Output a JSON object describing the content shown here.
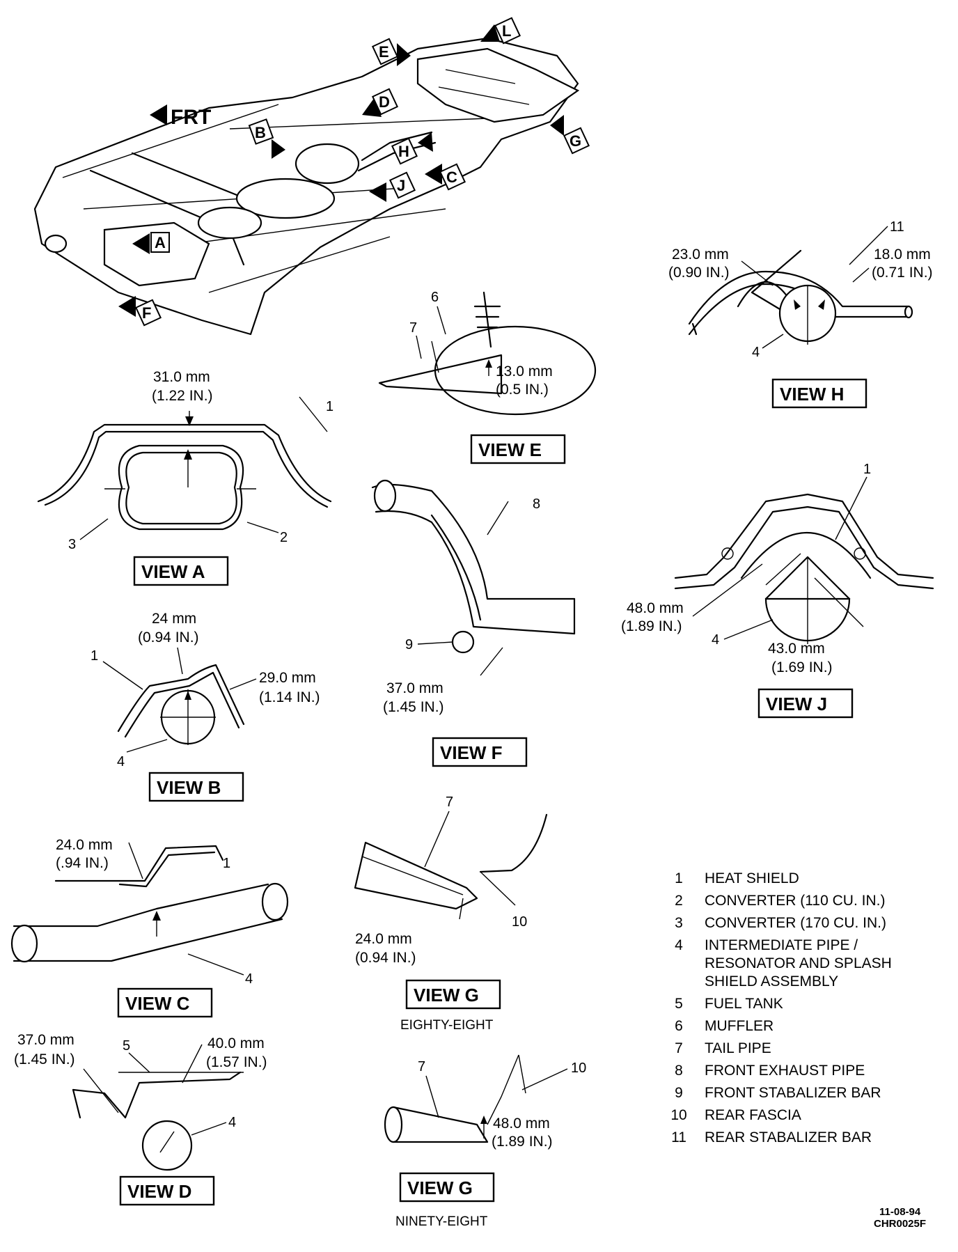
{
  "overview": {
    "front_label": "FRT",
    "arrows": [
      "A",
      "B",
      "C",
      "D",
      "E",
      "F",
      "G",
      "H",
      "J",
      "L"
    ]
  },
  "views": {
    "a": {
      "label": "VIEW A",
      "dim1": "31.0 mm",
      "dim1b": "(1.22 IN.)",
      "c1": "1",
      "c2": "2",
      "c3": "3"
    },
    "b": {
      "label": "VIEW B",
      "dim1": "24 mm",
      "dim1b": "(0.94 IN.)",
      "dim2": "29.0 mm",
      "dim2b": "(1.14 IN.)",
      "c1": "1",
      "c4": "4"
    },
    "c": {
      "label": "VIEW C",
      "dim1": "24.0 mm",
      "dim1b": "(.94 IN.)",
      "c1": "1",
      "c4": "4"
    },
    "d": {
      "label": "VIEW D",
      "dim1": "37.0 mm",
      "dim1b": "(1.45 IN.)",
      "dim2": "40.0 mm",
      "dim2b": "(1.57 IN.)",
      "c5": "5",
      "c4": "4"
    },
    "e": {
      "label": "VIEW E",
      "dim1": "13.0 mm",
      "dim1b": "(0.5 IN.)",
      "c6": "6",
      "c7": "7"
    },
    "f": {
      "label": "VIEW F",
      "dim1": "37.0 mm",
      "dim1b": "(1.45 IN.)",
      "c8": "8",
      "c9": "9"
    },
    "g1": {
      "label": "VIEW G",
      "sub": "EIGHTY-EIGHT",
      "dim1": "24.0 mm",
      "dim1b": "(0.94 IN.)",
      "c7": "7",
      "c10": "10"
    },
    "g2": {
      "label": "VIEW G",
      "sub": "NINETY-EIGHT",
      "dim1": "48.0 mm",
      "dim1b": "(1.89 IN.)",
      "c7": "7",
      "c10": "10"
    },
    "h": {
      "label": "VIEW H",
      "dim1": "23.0 mm",
      "dim1b": "(0.90 IN.)",
      "dim2": "18.0 mm",
      "dim2b": "(0.71 IN.)",
      "c11": "11",
      "c4": "4"
    },
    "j": {
      "label": "VIEW J",
      "dim1": "48.0 mm",
      "dim1b": "(1.89 IN.)",
      "dim2": "43.0 mm",
      "dim2b": "(1.69 IN.)",
      "c1": "1",
      "c4": "4"
    }
  },
  "legend": [
    {
      "num": "1",
      "lines": [
        "HEAT SHIELD"
      ]
    },
    {
      "num": "2",
      "lines": [
        "CONVERTER (110 CU. IN.)"
      ]
    },
    {
      "num": "3",
      "lines": [
        "CONVERTER (170 CU. IN.)"
      ]
    },
    {
      "num": "4",
      "lines": [
        "INTERMEDIATE PIPE /",
        "RESONATOR AND SPLASH",
        "SHIELD ASSEMBLY"
      ]
    },
    {
      "num": "5",
      "lines": [
        "FUEL TANK"
      ]
    },
    {
      "num": "6",
      "lines": [
        "MUFFLER"
      ]
    },
    {
      "num": "7",
      "lines": [
        "TAIL PIPE"
      ]
    },
    {
      "num": "8",
      "lines": [
        "FRONT EXHAUST PIPE"
      ]
    },
    {
      "num": "9",
      "lines": [
        "FRONT STABALIZER BAR"
      ]
    },
    {
      "num": "10",
      "lines": [
        "REAR FASCIA"
      ]
    },
    {
      "num": "11",
      "lines": [
        "REAR STABALIZER BAR"
      ]
    }
  ],
  "footer": {
    "date": "11-08-94",
    "code": "CHR0025F"
  }
}
